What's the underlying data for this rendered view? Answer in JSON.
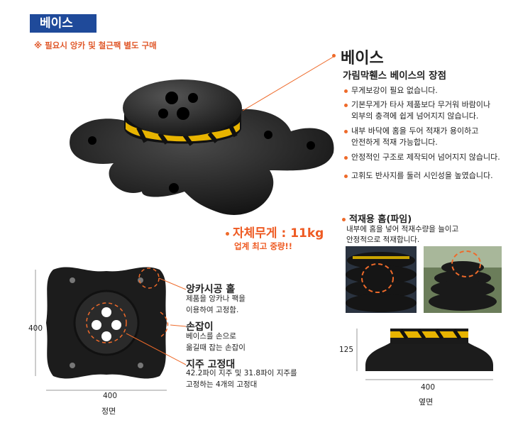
{
  "header": {
    "badge": "베이스",
    "note": "※ 필요시 앙카 및 철근팩 별도 구매"
  },
  "features": {
    "title": "베이스",
    "subtitle": "가림막휀스 베이스의 장점",
    "bullets": [
      [
        "무게보강이 필요 없습니다."
      ],
      [
        "기본무게가 타사 제품보다 무거워 바람이나",
        "외부의 충격에 쉽게 넘어지지 않습니다."
      ],
      [
        "내부 바닥에 홈을 두어 적재가 용이하고",
        "안전하게 적재 가능합니다."
      ],
      [
        "안정적인 구조로 제작되어 넘어지지 않습니다."
      ],
      [
        "고휘도 반사지를 둘러 시인성을 높였습니다."
      ]
    ]
  },
  "weight": {
    "label": "자체무게 : 11kg",
    "sub": "업계 최고 중량!!"
  },
  "groove": {
    "title": "적재용 홈(파임)",
    "desc": [
      "내부에 홈을 넣어 적재수량을 늘이고",
      "안정적으로 적재합니다."
    ]
  },
  "front_view": {
    "height_dim": "400",
    "width_dim": "400",
    "caption": "정면",
    "callouts": [
      {
        "title": "앙카시공 홀",
        "desc": [
          "제품을 앙카나 팩을",
          "이용하여 고정함."
        ]
      },
      {
        "title": "손잡이",
        "desc": [
          "베이스를 손으로",
          "옮길때 잡는 손잡이"
        ]
      },
      {
        "title": "지주 고정대",
        "desc": [
          "42.2파이 지주 및 31.8파이 지주를",
          "고정하는 4개의 고정대"
        ]
      }
    ]
  },
  "side_view": {
    "height_dim": "125",
    "width_dim": "400",
    "caption": "옆면"
  },
  "colors": {
    "accent": "#ee5a22",
    "badge": "#1f4a9a",
    "product": "#1c1c1c",
    "reflector": "#e8b400"
  }
}
